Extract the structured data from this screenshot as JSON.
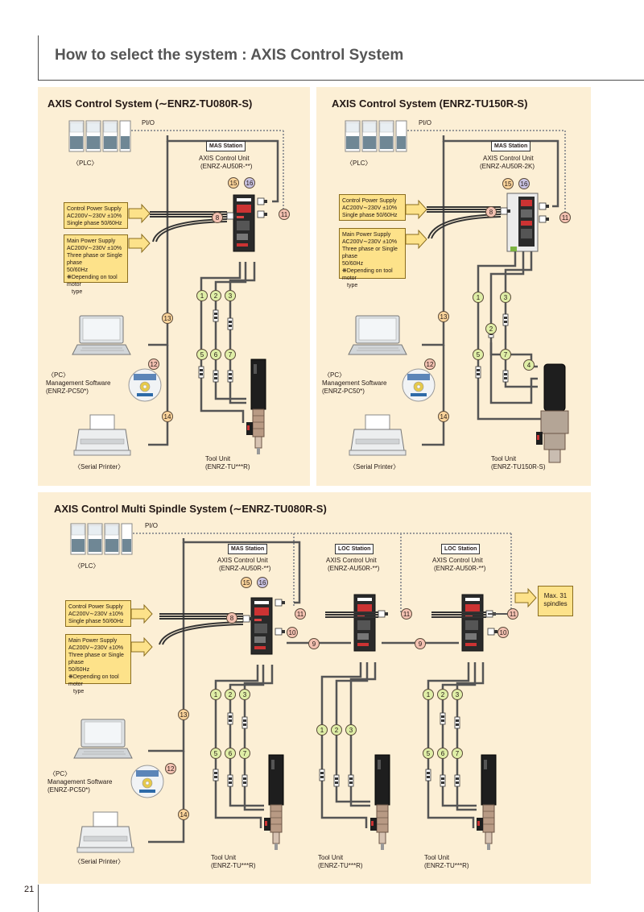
{
  "page_title": "How to select the system : AXIS Control System",
  "page_number": "21",
  "common": {
    "plc": "〈PLC〉",
    "pio": "PI/O",
    "mas_station": "MAS Station",
    "loc_station": "LOC Station",
    "control_power_title": "Control Power Supply",
    "control_power_line1": "AC200V∼230V ±10%",
    "control_power_line2": "Single phase 50/60Hz",
    "main_power_title": "Main Power Supply",
    "main_power_line1": "AC200V∼230V ±10%",
    "main_power_line2": "Three phase or Single phase",
    "main_power_line3": "50/60Hz",
    "main_power_note1": "❋Depending on tool motor",
    "main_power_note2": "type",
    "pc": "〈PC〉",
    "mgmt_software": "Management Software",
    "mgmt_software_model": "(ENRZ-PC50*)",
    "printer": "〈Serial Printer〉",
    "control_unit": "AXIS Control Unit",
    "tool_unit": "Tool Unit",
    "tool_model_tu": "(ENRZ-TU***R)"
  },
  "panel1": {
    "title": "AXIS Control System (∼ENRZ-TU080R-S)",
    "control_unit_model": "(ENRZ-AU50R-**)"
  },
  "panel2": {
    "title": "AXIS Control System (ENRZ-TU150R-S)",
    "control_unit_model": "(ENRZ-AU50R-2K)",
    "tool_model": "(ENRZ-TU150R-S)"
  },
  "panel3": {
    "title": "AXIS Control Multi Spindle System (∼ENRZ-TU080R-S)",
    "control_unit_model": "(ENRZ-AU50R-**)",
    "max_spindles_line1": "Max. 31",
    "max_spindles_line2": "spindles"
  },
  "numbers": {
    "n1": "1",
    "n2": "2",
    "n3": "3",
    "n4": "4",
    "n5": "5",
    "n6": "6",
    "n7": "7",
    "n8": "8",
    "n9": "9",
    "n10": "10",
    "n11": "11",
    "n12": "12",
    "n13": "13",
    "n14": "14",
    "n15": "15",
    "n16": "16"
  },
  "colors": {
    "panel_bg": "#fcefd5",
    "callout_green": "#dfeea6",
    "callout_red": "#f4c2b2",
    "callout_orange": "#fbd49a",
    "callout_purple": "#c9c3e3",
    "supply_box": "#fde28a"
  }
}
